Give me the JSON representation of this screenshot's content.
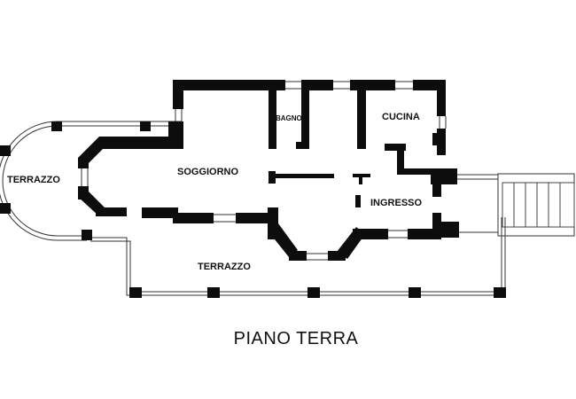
{
  "rooms": {
    "bagno": "BAGNO",
    "cucina": "CUCINA",
    "soggiorno": "SOGGIORNO",
    "ingresso": "INGRESSO",
    "terrazzo_semicircle": "TERRAZZO",
    "terrazzo_front": "TERRAZZO"
  },
  "title": "PIANO TERRA",
  "colors": {
    "walls": "#0d0d0d",
    "lines": "#333333",
    "background": "#ffffff"
  }
}
